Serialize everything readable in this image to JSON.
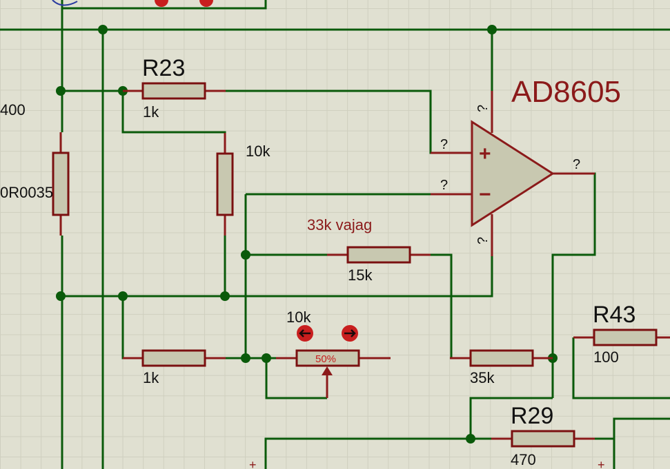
{
  "components": {
    "r23": {
      "ref": "R23",
      "value": "1k"
    },
    "r_10k_vert": {
      "value": "10k"
    },
    "r_sense": {
      "ref_partial": "400",
      "value": "0R0035"
    },
    "r_1k_bottom": {
      "value": "1k"
    },
    "pot": {
      "value": "10k",
      "setting": "50%"
    },
    "r_15k": {
      "note": "33k vajag",
      "value": "15k"
    },
    "r_35k": {
      "value": "35k"
    },
    "r43": {
      "ref": "R43",
      "value": "100"
    },
    "r29": {
      "ref": "R29",
      "value": "470"
    },
    "opamp": {
      "part": "AD8605",
      "plus_label": "?",
      "minus_label": "?",
      "out_label": "?",
      "vplus_label": "?",
      "vminus_label": "?",
      "plus_sign": "+",
      "minus_sign": "−"
    }
  },
  "markers": {
    "plus_left": "+",
    "plus_right": "+"
  },
  "colors": {
    "wire": "#0a5a0a",
    "component": "#8b1a1a",
    "body_fill": "#c8c8b0",
    "background": "#e0e0d1"
  }
}
